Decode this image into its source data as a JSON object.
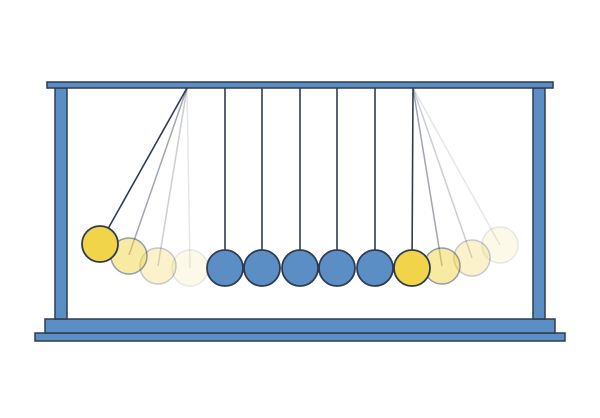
{
  "illustration": {
    "subject": "newtons-cradle",
    "colors": {
      "frame_fill": "#5b8ec4",
      "outline": "#2f3b4f",
      "ball_rest": "#5b8ec4",
      "ball_swinging": "#f2d44a",
      "background": "#ffffff"
    },
    "balls_at_rest": 5,
    "ghost_trail_positions_per_side": 3
  }
}
